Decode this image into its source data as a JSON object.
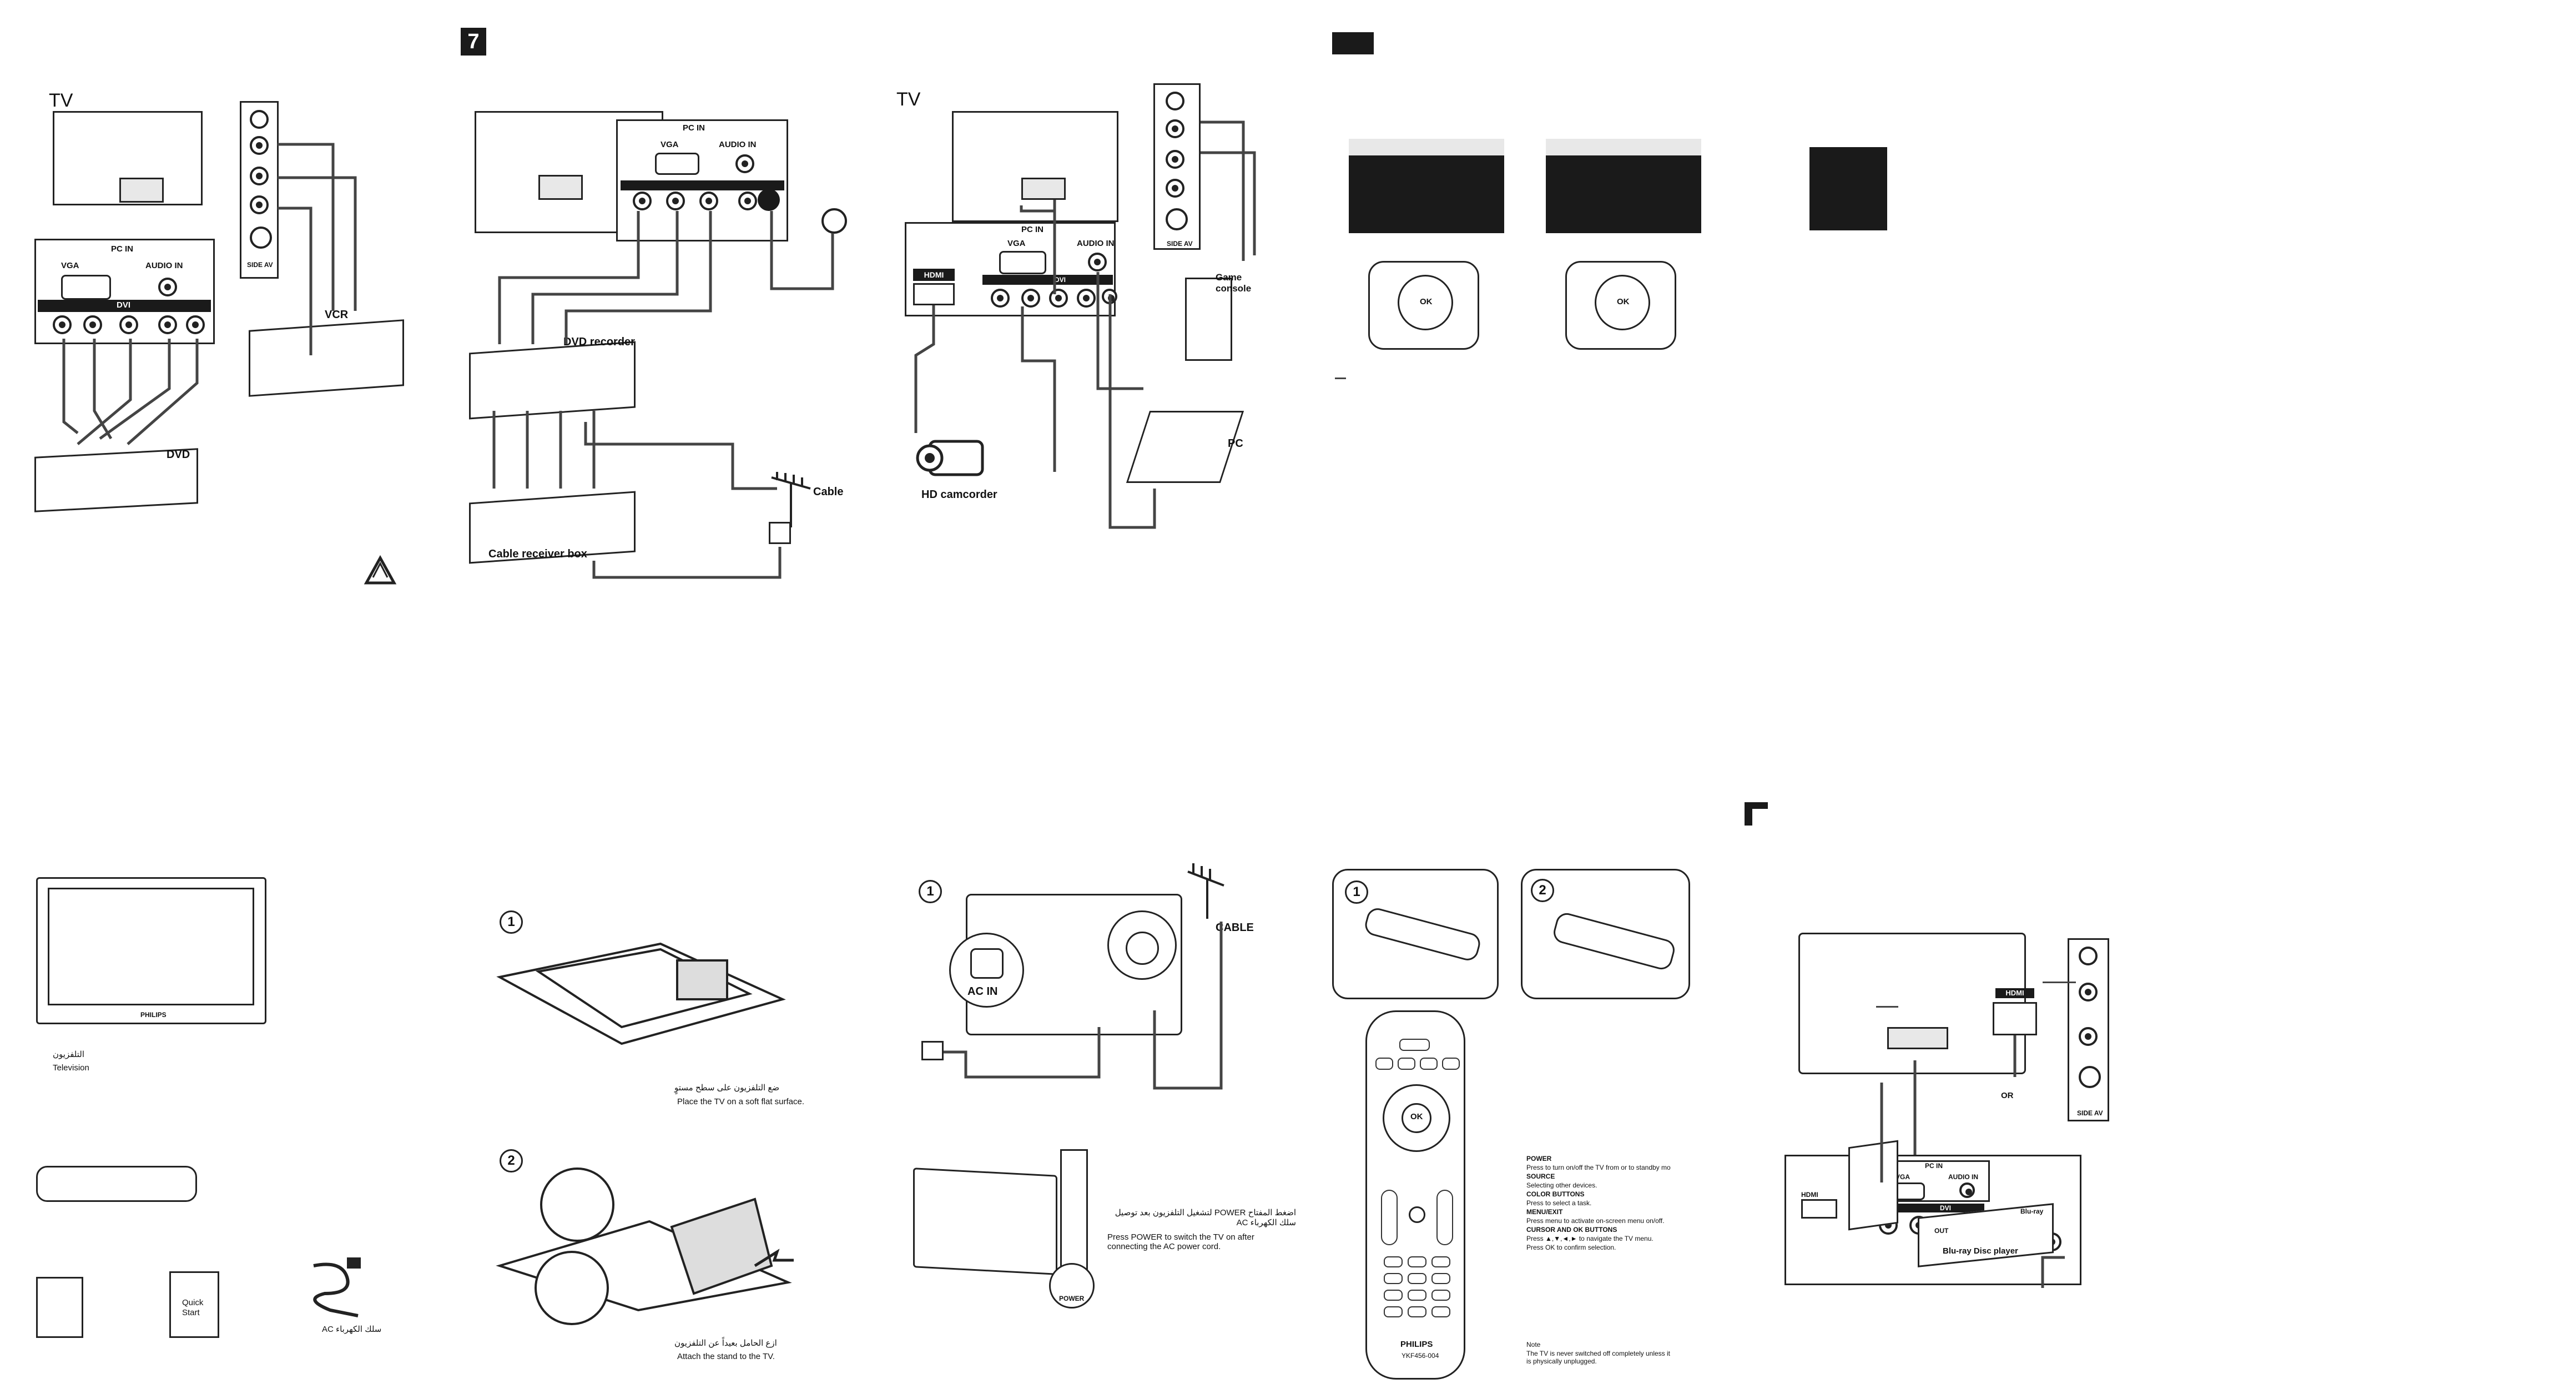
{
  "top": {
    "panel1": {
      "tv": "TV",
      "vga": "VGA",
      "audio_in": "AUDIO IN",
      "pc_in": "PC IN",
      "dvi": "DVI",
      "side_av": "SIDE AV",
      "vcr": "VCR",
      "dvd": "DVD"
    },
    "panel2": {
      "section_number": "7",
      "pc_in": "PC IN",
      "vga": "VGA",
      "audio_in": "AUDIO IN",
      "dvd_recorder": "DVD recorder",
      "cable": "Cable",
      "cable_receiver_box": "Cable receiver box"
    },
    "panel3": {
      "tv": "TV",
      "hdmi": "HDMI",
      "pc_in": "PC IN",
      "vga": "VGA",
      "audio_in": "AUDIO IN",
      "dvi": "DVI",
      "side_av": "SIDE AV",
      "game_console": "Game console",
      "pc": "PC",
      "hd_camcorder": "HD camcorder"
    },
    "panel4": {
      "ok": "OK"
    }
  },
  "bottom": {
    "contents": {
      "television_ar": "التلفزيون",
      "television_en": "Television",
      "brand": "PHILIPS",
      "quick_start_a": "Quick",
      "quick_start_b": "Start",
      "ac_cord_ar": "سلك الكهرباء AC"
    },
    "stand": {
      "step1": "1",
      "step1_ar": "ضع التلفزيون على سطح مستوٍ",
      "step1_en": "Place the TV on a soft flat surface.",
      "step2": "2",
      "step2_ar": "ازع الحامل بعيداً عن التلفزيون",
      "step2_en": "Attach the stand to the TV."
    },
    "power": {
      "step1": "1",
      "ac_in": "AC IN",
      "cable": "CABLE",
      "power_ar": "اضغط المفتاح POWER لتشغيل التلفزيون بعد توصيل سلك الكهرباء AC",
      "power_en": "Press POWER to switch the TV on after connecting the AC power cord.",
      "power_label": "POWER"
    },
    "remote": {
      "step1": "1",
      "step2": "2",
      "ok": "OK",
      "brand": "PHILIPS",
      "model": "YKF456-004",
      "power_heading": "POWER",
      "power_text": "Press to turn on/off the TV from or to standby mo",
      "source_heading": "SOURCE",
      "source_text": "Selecting other devices.",
      "color_heading": "COLOR BUTTONS",
      "color_text": "Press to select a task.",
      "menu_heading": "MENU/EXIT",
      "menu_text": "Press menu to activate on-screen menu on/off.",
      "cursor_heading": "CURSOR AND OK BUTTONS",
      "cursor_text": "Press ▲,▼,◄,► to navigate the TV menu.",
      "ok_text": "Press OK to confirm selection.",
      "note_heading": "Note",
      "note_text": "The TV is never switched off completely unless it is physically unplugged."
    },
    "connect": {
      "pc_in": "PC IN",
      "vga": "VGA",
      "audio_in": "AUDIO IN",
      "hdmi": "HDMI",
      "dvi": "DVI",
      "side_av": "SIDE AV",
      "or": "OR",
      "blu_ray": "Blu-ray Disc player",
      "bluray_logo": "Blu-ray",
      "hdmi2": "HDMI",
      "out": "OUT"
    }
  }
}
